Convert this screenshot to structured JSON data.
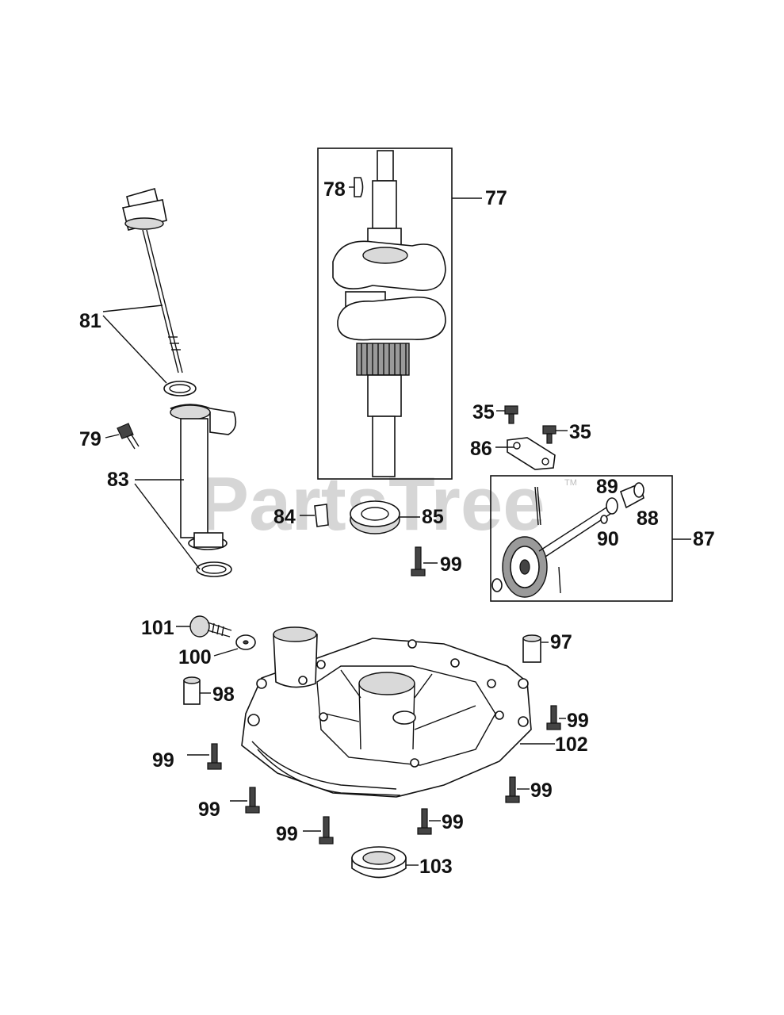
{
  "watermark": {
    "text": "PartsTree",
    "mark": "TM"
  },
  "callouts": {
    "c77": "77",
    "c78": "78",
    "c81": "81",
    "c79": "79",
    "c83": "83",
    "c84": "84",
    "c85": "85",
    "c35a": "35",
    "c35b": "35",
    "c86": "86",
    "c89": "89",
    "c88": "88",
    "c90": "90",
    "c87": "87",
    "c99a": "99",
    "c101": "101",
    "c100": "100",
    "c97": "97",
    "c98": "98",
    "c99b": "99",
    "c102": "102",
    "c99c": "99",
    "c99d": "99",
    "c99e": "99",
    "c99f": "99",
    "c99g": "99",
    "c103": "103"
  }
}
